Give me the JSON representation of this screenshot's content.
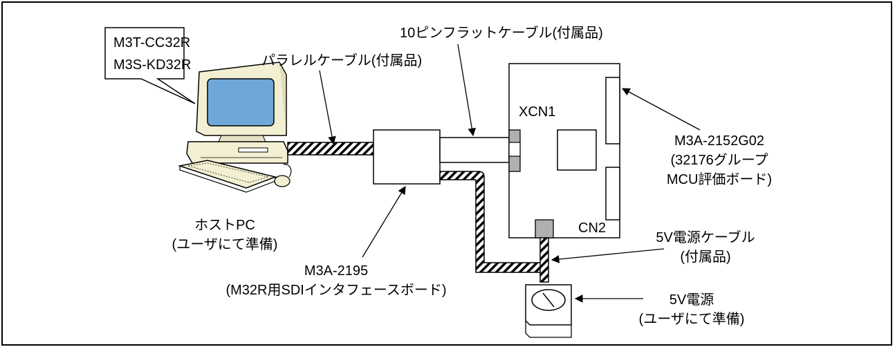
{
  "callout": {
    "lines": [
      "M3T-CC32R",
      "M3S-KD32R"
    ]
  },
  "host_pc": {
    "lines": [
      "ホストPC",
      "(ユーザにて準備)"
    ]
  },
  "parallel_cable": {
    "label": "パラレルケーブル(付属品)"
  },
  "flat_cable": {
    "label": "10ピンフラットケーブル(付属品)"
  },
  "interface_board": {
    "lines": [
      "M3A-2195",
      "(M32R用SDIインタフェースボード)"
    ]
  },
  "eval_board": {
    "connector_top": "XCN1",
    "connector_bottom": "CN2",
    "lines": [
      "M3A-2152G02",
      "(32176グループ",
      "MCU評価ボード)"
    ]
  },
  "power_cable": {
    "lines": [
      "5V電源ケーブル",
      "(付属品)"
    ]
  },
  "power_supply": {
    "lines": [
      "5V電源",
      "(ユーザにて準備)"
    ]
  },
  "colors": {
    "stroke": "#000000",
    "connector": "#b0b0b0",
    "screen": "#6fa8d8",
    "monitor_body": "#f3efd2"
  }
}
